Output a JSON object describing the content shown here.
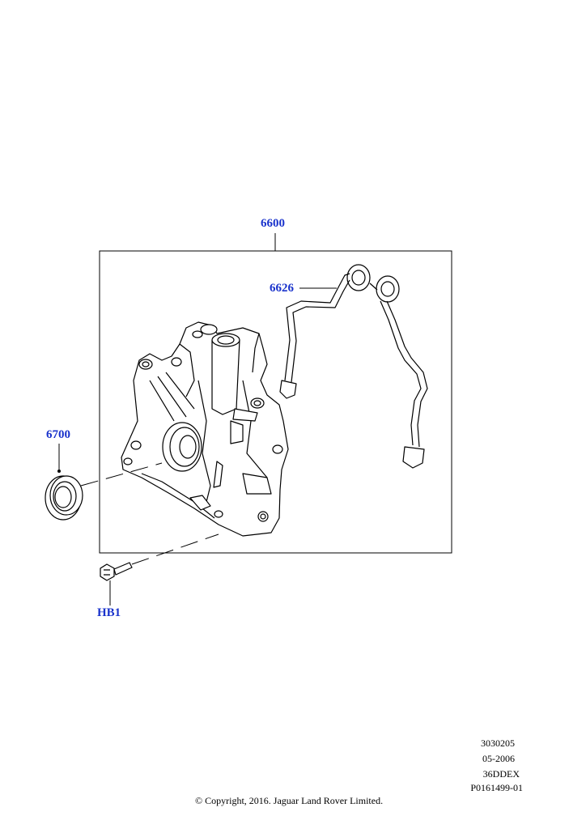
{
  "callouts": {
    "assembly": "6600",
    "gasket": "6626",
    "seal": "6700",
    "bolt": "HB1"
  },
  "reference": {
    "line1": "3030205",
    "line2": "05-2006",
    "line3": "36DDEX",
    "line4": "P0161499-01"
  },
  "copyright": "© Copyright, 2016. Jaguar Land Rover Limited.",
  "colors": {
    "callout": "#1a33cc",
    "line": "#000000"
  }
}
